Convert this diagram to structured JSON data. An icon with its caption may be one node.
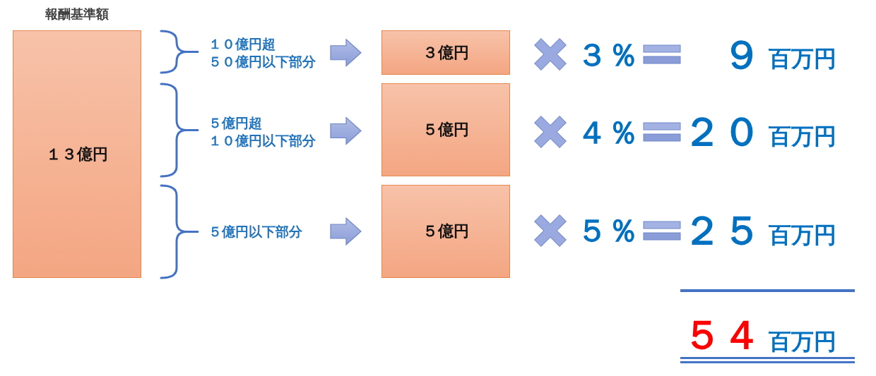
{
  "diagram": {
    "nodes": [
      {
        "text": [
          "報酬基準額",
          "１３億円"
        ]
      },
      {
        "text": [
          "１０億円超５０億円以下部分"
        ]
      },
      {
        "text": [
          "３億円"
        ]
      },
      {
        "text": [
          "５億円超１０億円以下部分"
        ]
      },
      {
        "text": [
          "５億円"
        ]
      },
      {
        "text": [
          "５億円以下部分"
        ]
      },
      {
        "text": [
          "５億円"
        ]
      }
    ],
    "edges": [
      {
        "from": 1,
        "to": 2,
        "arrow": "to"
      },
      {
        "from": 3,
        "to": 4,
        "arrow": "to"
      },
      {
        "from": 5,
        "to": 6,
        "arrow": "to"
      }
    ],
    "labels": [
      "３％",
      "９",
      "百万円",
      "４％",
      "２０",
      "百万円",
      "５％",
      "２５",
      "百万円",
      "５４",
      "百万円"
    ]
  }
}
